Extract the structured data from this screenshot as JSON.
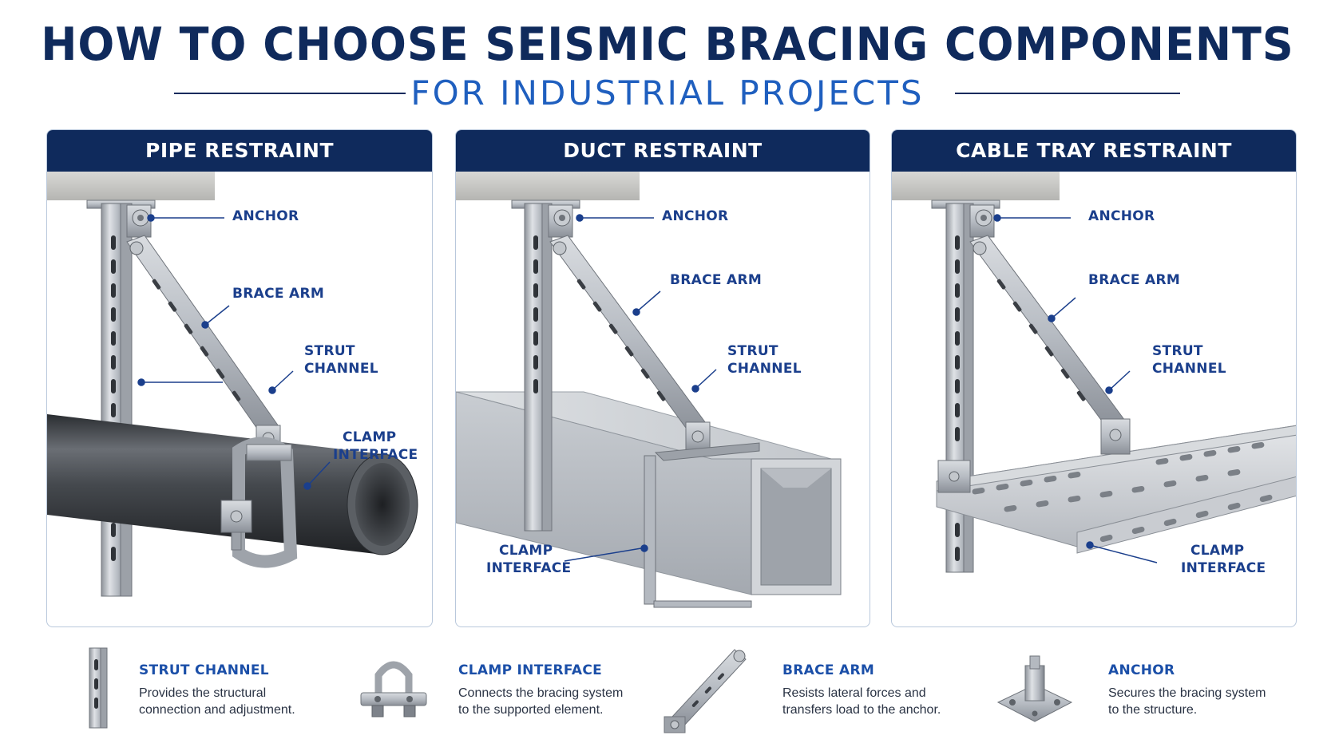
{
  "title": "HOW TO CHOOSE SEISMIC BRACING COMPONENTS",
  "subtitle": "FOR INDUSTRIAL PROJECTS",
  "colors": {
    "navy": "#0f2a5c",
    "accent_blue": "#1f5fbf",
    "steel": "#b8bcc2",
    "pipe": "#3a3d42"
  },
  "panels": [
    {
      "title": "PIPE RESTRAINT",
      "labels": {
        "anchor": "ANCHOR",
        "brace_arm": "BRACE ARM",
        "strut_1": "STRUT",
        "strut_2": "CHANNEL",
        "clamp_1": "CLAMP",
        "clamp_2": "INTERFACE"
      }
    },
    {
      "title": "DUCT RESTRAINT",
      "labels": {
        "anchor": "ANCHOR",
        "brace_arm": "BRACE ARM",
        "strut_1": "STRUT",
        "strut_2": "CHANNEL",
        "clamp_1": "CLAMP",
        "clamp_2": "INTERFACE"
      }
    },
    {
      "title": "CABLE TRAY RESTRAINT",
      "labels": {
        "anchor": "ANCHOR",
        "brace_arm": "BRACE ARM",
        "strut_1": "STRUT",
        "strut_2": "CHANNEL",
        "clamp_1": "CLAMP",
        "clamp_2": "INTERFACE"
      }
    }
  ],
  "legend": [
    {
      "icon": "strut-channel-icon",
      "title": "STRUT CHANNEL",
      "desc_1": "Provides the structural",
      "desc_2": "connection and adjustment."
    },
    {
      "icon": "clamp-interface-icon",
      "title": "CLAMP INTERFACE",
      "desc_1": "Connects the bracing system",
      "desc_2": "to the supported element."
    },
    {
      "icon": "brace-arm-icon",
      "title": "BRACE ARM",
      "desc_1": "Resists lateral forces and",
      "desc_2": "transfers load to the anchor."
    },
    {
      "icon": "anchor-icon",
      "title": "ANCHOR",
      "desc_1": "Secures the bracing system",
      "desc_2": "to the structure."
    }
  ]
}
